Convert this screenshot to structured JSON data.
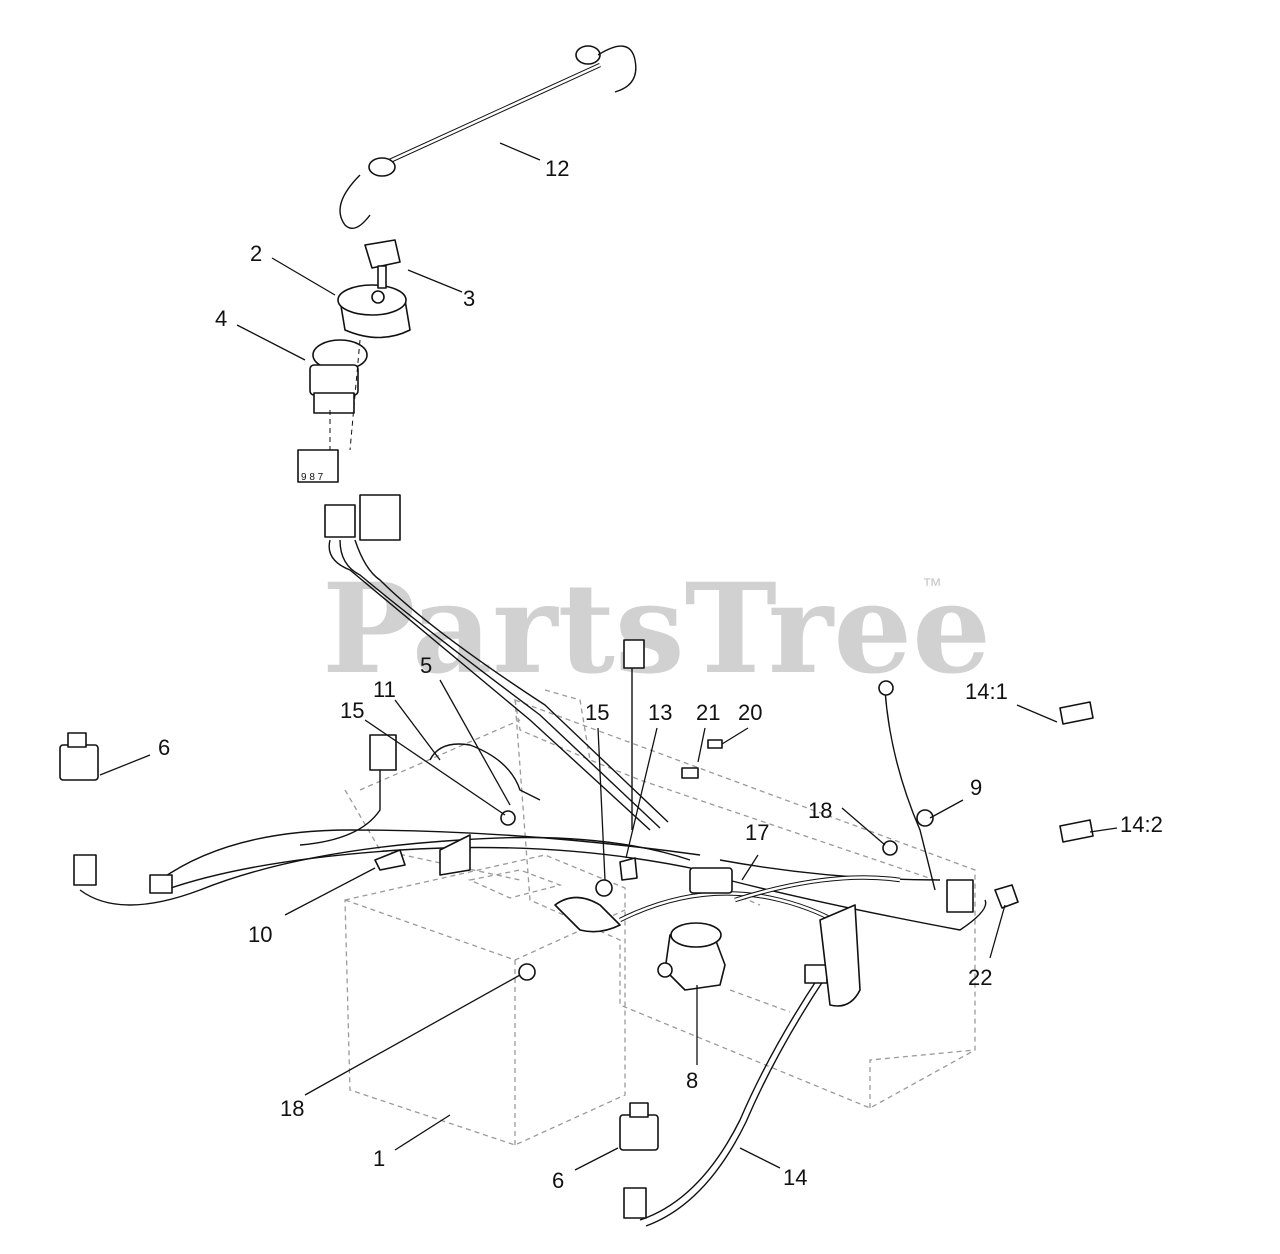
{
  "watermark": {
    "brand": "PartsTree",
    "mark": "™"
  },
  "callouts": {
    "c1": "1",
    "c2": "2",
    "c3": "3",
    "c4": "4",
    "c5": "5",
    "c6a": "6",
    "c6b": "6",
    "c8": "8",
    "c9": "9",
    "c10": "10",
    "c11": "11",
    "c12": "12",
    "c13": "13",
    "c14": "14",
    "c14_1": "14:1",
    "c14_2": "14:2",
    "c15a": "15",
    "c15b": "15",
    "c17": "17",
    "c18a": "18",
    "c18b": "18",
    "c20": "20",
    "c21": "21",
    "c22": "22"
  },
  "connector_pins": "9 8 7"
}
